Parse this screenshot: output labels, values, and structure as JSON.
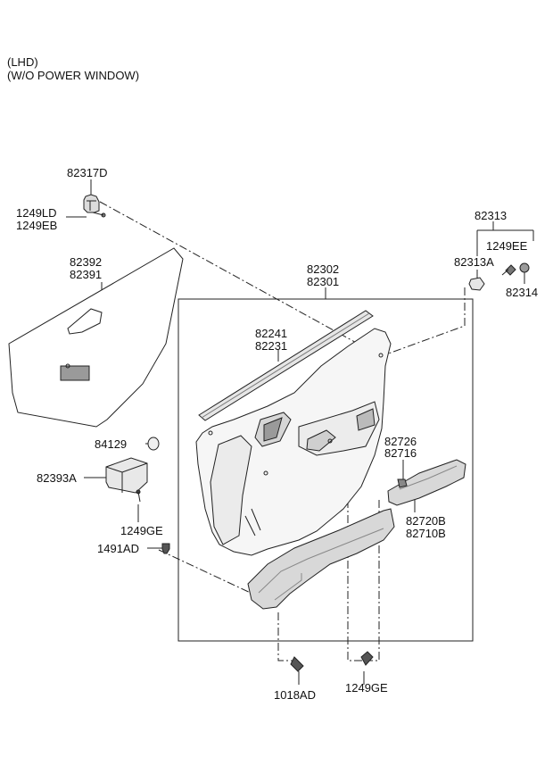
{
  "notes": [
    "(LHD)",
    "(W/O POWER WINDOW)"
  ],
  "parts": {
    "p82317D": "82317D",
    "p1249LD": "1249LD",
    "p1249EB": "1249EB",
    "p82392": "82392",
    "p82391": "82391",
    "p82302": "82302",
    "p82301": "82301",
    "p82241": "82241",
    "p82231": "82231",
    "p82313": "82313",
    "p1249EE": "1249EE",
    "p82313A": "82313A",
    "p82314": "82314",
    "p84129": "84129",
    "p82393A": "82393A",
    "p1249GE_left": "1249GE",
    "p1491AD": "1491AD",
    "p82726": "82726",
    "p82716": "82716",
    "p82720B": "82720B",
    "p82710B": "82710B",
    "p1018AD": "1018AD",
    "p1249GE_bottom": "1249GE"
  }
}
